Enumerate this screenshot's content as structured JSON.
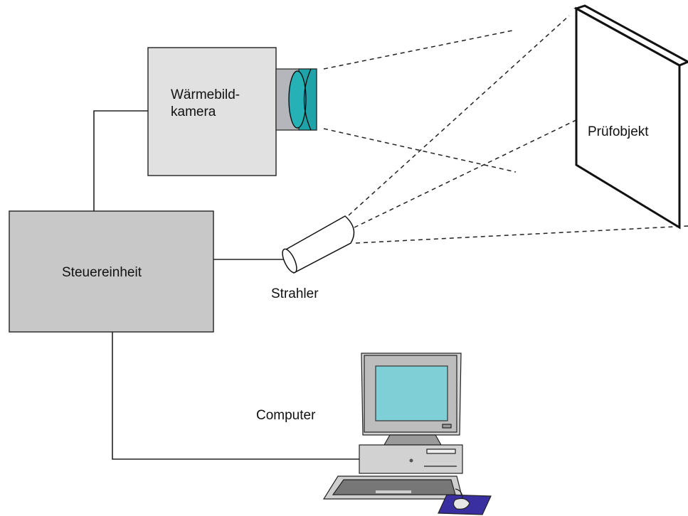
{
  "labels": {
    "camera_line1": "Wärmebild-",
    "camera_line2": "kamera",
    "control_unit": "Steuereinheit",
    "emitter": "Strahler",
    "computer": "Computer",
    "test_object": "Prüfobjekt"
  },
  "colors": {
    "camera_box": "#e1e1e1",
    "control_box": "#c8c8c8",
    "lens_teal": "#1fa3a8",
    "screen": "#7fcfd6",
    "mousepad": "#3a2fa0"
  }
}
